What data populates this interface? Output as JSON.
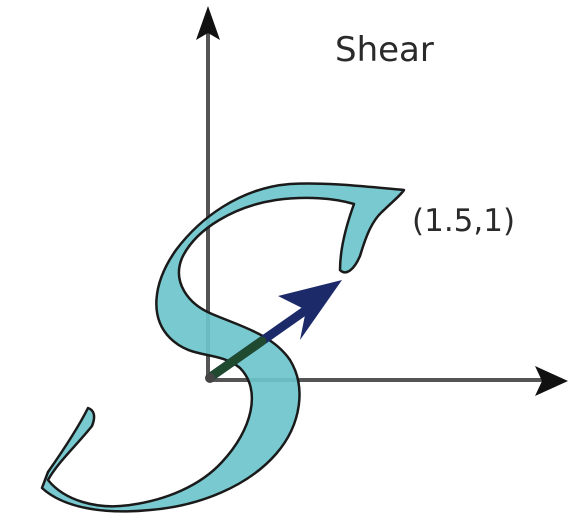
{
  "title": "Shear",
  "point_label": "(1.5,1)",
  "colors": {
    "axis": "#555555",
    "arrowhead": "#111111",
    "letter_fill": "#6cc6cc",
    "letter_stroke": "#1a1a1a",
    "vector": "#1c2a6a",
    "vector_start": "#1f4a30"
  },
  "shapes": {
    "letter": "S",
    "vector_tip": [
      1.5,
      1
    ]
  }
}
